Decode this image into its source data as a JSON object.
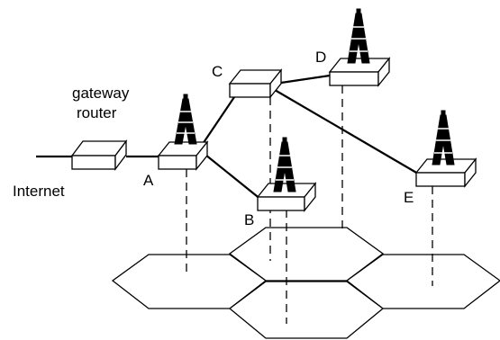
{
  "labels": {
    "gateway_line1": "gateway",
    "gateway_line2": "router",
    "internet": "Internet",
    "node_a": "A",
    "node_b": "B",
    "node_c": "C",
    "node_d": "D",
    "node_e": "E"
  },
  "colors": {
    "stroke": "#000000",
    "background": "#ffffff"
  },
  "icons": {
    "router": "router-box-icon",
    "tower": "radio-tower-icon"
  }
}
